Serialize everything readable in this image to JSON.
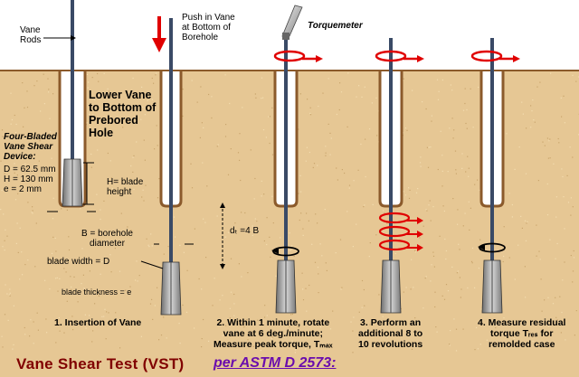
{
  "labels": {
    "vane_rods": "Vane\nRods",
    "push_in": "Push in Vane\nat Bottom of\nBorehole",
    "torquemeter": "Torquemeter",
    "lower_vane": "Lower Vane\nto Bottom of\nPrebored\nHole",
    "device": "Four-Bladed\nVane Shear\nDevice:",
    "dims": "D = 62.5 mm\nH = 130 mm\ne = 2 mm",
    "blade_height": "H= blade\nheight",
    "borehole_diameter": "B = borehole\ndiameter",
    "depth": "dₜ =4 B",
    "blade_width": "blade  width = D",
    "blade_thickness": "blade thickness = e"
  },
  "steps": [
    "1.  Insertion of Vane",
    "2.  Within 1 minute, rotate\nvane at 6 deg./minute;\nMeasure peak torque, Tₘₐₓ",
    "3.  Perform an\nadditional 8 to\n10 revolutions",
    "4.  Measure residual\ntorque  Tᵣₑₛ  for\nremolded case"
  ],
  "title": {
    "main": "Vane Shear Test (VST)",
    "standard": "per ASTM  D 2573:"
  },
  "colors": {
    "soil": "#e6c794",
    "sky": "#ffffff",
    "borehole": "#ffffff",
    "rod": "#3a4a66",
    "arrow_red": "#e00000",
    "title_main": "#800000",
    "title_standard": "#6a0dad"
  }
}
